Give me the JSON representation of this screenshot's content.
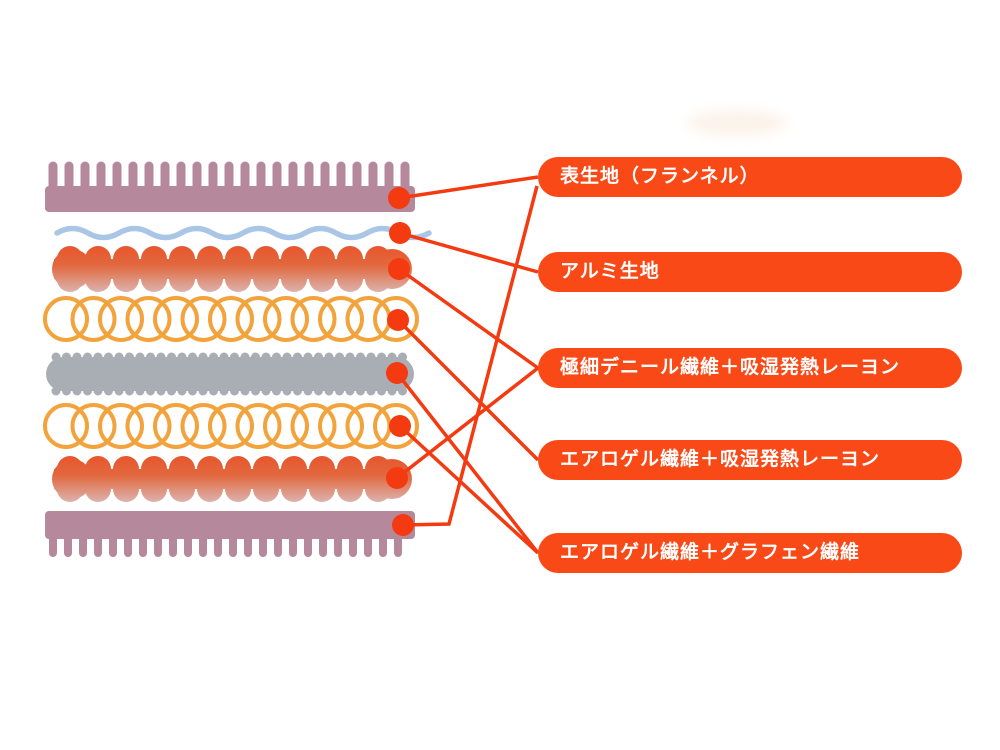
{
  "diagram": {
    "kind": "fabric-layer-structure",
    "labels": [
      {
        "id": "surface-fabric",
        "text": "表生地（フランネル）"
      },
      {
        "id": "aluminum-fabric",
        "text": "アルミ生地"
      },
      {
        "id": "denier-rayon",
        "text": "極細デニール繊維＋吸湿発熱レーヨン"
      },
      {
        "id": "aerogel-rayon",
        "text": "エアロゲル繊維＋吸湿発熱レーヨン"
      },
      {
        "id": "aerogel-graphene",
        "text": "エアロゲル繊維＋グラフェン繊維"
      }
    ],
    "layers": [
      {
        "id": "flannel-top",
        "label_index": 0
      },
      {
        "id": "aluminum-wave",
        "label_index": 1
      },
      {
        "id": "heat-rayon-upper",
        "label_index": 2
      },
      {
        "id": "aerogel-upper",
        "label_index": 3
      },
      {
        "id": "graphene-core",
        "label_index": 4
      },
      {
        "id": "aerogel-lower",
        "label_index": 4
      },
      {
        "id": "heat-rayon-lower",
        "label_index": 2
      },
      {
        "id": "flannel-bottom",
        "label_index": 0,
        "elbow": true
      }
    ],
    "colors": {
      "label_bg": "#f94917",
      "connector": "#f33a10",
      "flannel_pink": "#b5899b",
      "aluminum_blue": "#a9c6e7",
      "rayon_red_top": "#e8562c",
      "rayon_red_fade": "#dcb3ac",
      "aerogel_ring": "#f2a33c",
      "graphene_gray": "#a9aeb4",
      "text": "#ffffff"
    }
  }
}
